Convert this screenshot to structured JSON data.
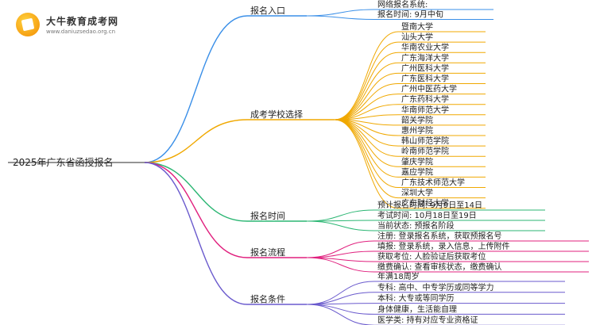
{
  "brand": {
    "name": "大牛教育成考网",
    "url": "www.daniuzsedao.org.cn"
  },
  "root": {
    "label": "2025年广东省函授报名"
  },
  "colors": {
    "blue": "#3a8fe8",
    "orange": "#f0a800",
    "green": "#2bb673",
    "magenta": "#e0207e",
    "purple": "#6a5acd"
  },
  "branches": [
    {
      "id": "entry",
      "label": "报名入口",
      "color": "blue",
      "children": [
        "网络报名系统:",
        "报名时间: 9月中旬"
      ]
    },
    {
      "id": "schools",
      "label": "成考学校选择",
      "color": "orange",
      "children": [
        "暨南大学",
        "汕头大学",
        "华南农业大学",
        "广东海洋大学",
        "广州医科大学",
        "广东医科大学",
        "广州中医药大学",
        "广东药科大学",
        "华南师范大学",
        "韶关学院",
        "惠州学院",
        "韩山师范学院",
        "岭南师范学院",
        "肇庆学院",
        "嘉应学院",
        "广东技术师范大学",
        "深圳大学",
        "广东财经大学"
      ]
    },
    {
      "id": "time",
      "label": "报名时间",
      "color": "green",
      "children": [
        "预计报名时间: 9月9日至14日",
        "考试时间: 10月18日至19日",
        "当前状态: 预报名阶段"
      ]
    },
    {
      "id": "process",
      "label": "报名流程",
      "color": "magenta",
      "children": [
        "注册: 登录报名系统，获取预报名号",
        "填报: 登录系统，录入信息，上传附件",
        "获取考位: 人脸验证后获取考位",
        "缴费确认: 查看审核状态，缴费确认"
      ]
    },
    {
      "id": "conditions",
      "label": "报名条件",
      "color": "purple",
      "children": [
        "年满18周岁",
        "专科: 高中、中专学历或同等学力",
        "本科: 大专或等同学历",
        "身体健康，生活能自理",
        "医学类: 持有对应专业资格证"
      ]
    }
  ]
}
